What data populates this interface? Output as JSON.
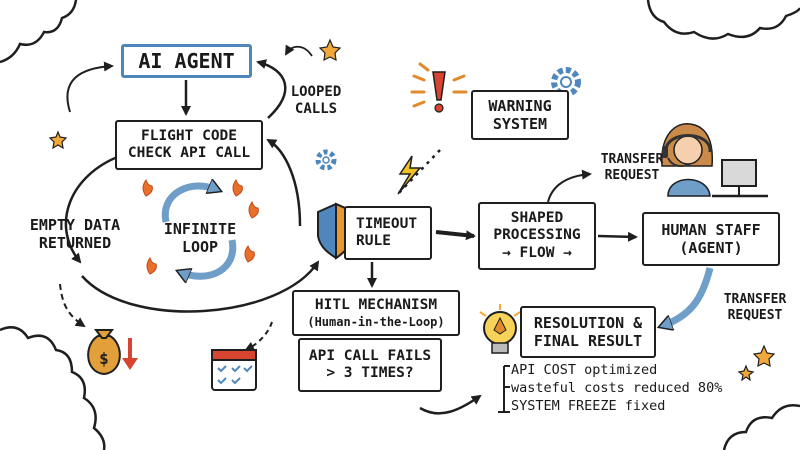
{
  "nodes": {
    "ai_agent": "AI AGENT",
    "looped_calls": [
      "LOOPED",
      "CALLS"
    ],
    "flight_check": [
      "FLIGHT CODE",
      "CHECK API CALL"
    ],
    "empty_data": [
      "EMPTY DATA",
      "RETURNED"
    ],
    "infinite_loop": [
      "INFINITE",
      "LOOP"
    ],
    "warning_system": [
      "WARNING",
      "SYSTEM"
    ],
    "timeout_rule": [
      "TIMEOUT",
      "RULE"
    ],
    "shaped_flow": [
      "SHAPED",
      "PROCESSING",
      "→ FLOW →"
    ],
    "transfer_request_top": [
      "TRANSFER",
      "REQUEST"
    ],
    "human_staff": [
      "HUMAN STAFF",
      "(AGENT)"
    ],
    "hitl_mechanism": [
      "HITL MECHANISM",
      "(Human-in-the-Loop)"
    ],
    "api_fails": [
      "API CALL FAILS",
      "> 3 TIMES?"
    ],
    "transfer_request_right": [
      "TRANSFER",
      "REQUEST"
    ],
    "resolution": [
      "RESOLUTION &",
      "FINAL RESULT"
    ]
  },
  "results": [
    "API COST optimized",
    "wasteful costs reduced 80%",
    "SYSTEM FREEZE fixed"
  ],
  "icons": {
    "shield": "shield-icon",
    "warning": "warning-exclamation-icon",
    "gear": "gear-icon",
    "lightning": "lightning-icon",
    "money_bag": "money-bag-icon",
    "calendar": "calendar-icon",
    "lightbulb": "lightbulb-icon",
    "person": "support-agent-icon",
    "star": "star-icon",
    "flame": "flame-icon"
  },
  "colors": {
    "ink": "#1f1f1f",
    "accent_blue": "#6f9fc9",
    "warning_orange": "#e2892c",
    "warning_red": "#d7442f",
    "money_gold": "#e3a03a",
    "shield_orange": "#e8972f",
    "shield_blue": "#4f87bd"
  }
}
